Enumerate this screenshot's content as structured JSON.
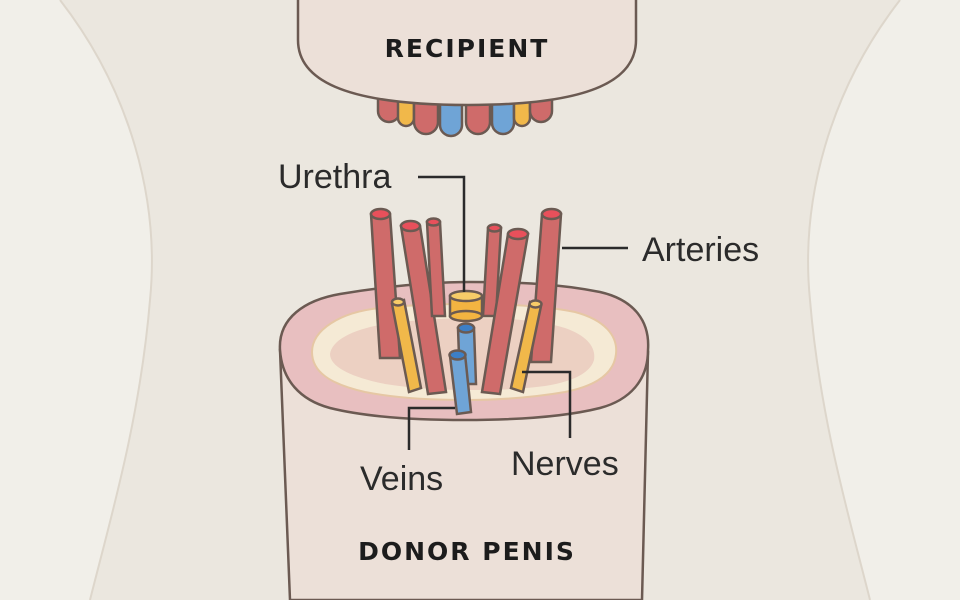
{
  "titles": {
    "recipient": "RECIPIENT",
    "donor": "DONOR PENIS"
  },
  "labels": {
    "urethra": "Urethra",
    "arteries": "Arteries",
    "veins": "Veins",
    "nerves": "Nerves"
  },
  "colors": {
    "background": "#f1efe9",
    "body": "#ebe7df",
    "skin": "#ece0d8",
    "rim": "#e8bfc0",
    "artery": "#cf6b6a",
    "artery_cap": "#e8505b",
    "vein": "#6fa4d6",
    "nerve": "#f1b84a",
    "urethra": "#f3b441"
  }
}
